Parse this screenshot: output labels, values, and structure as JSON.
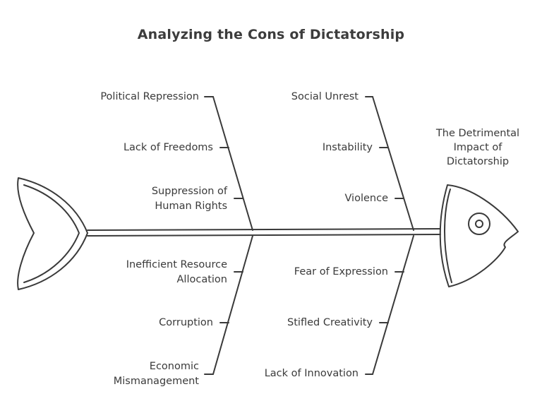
{
  "title": "Analyzing the Cons of Dictatorship",
  "effect": "The Detrimental\nImpact of\nDictatorship",
  "causes": {
    "left_top": [
      "Political Repression",
      "Lack of Freedoms",
      "Suppression of\nHuman Rights"
    ],
    "right_top": [
      "Social Unrest",
      "Instability",
      "Violence"
    ],
    "left_bottom": [
      "Inefficient Resource\nAllocation",
      "Corruption",
      "Economic\nMismanagement"
    ],
    "right_bottom": [
      "Fear of Expression",
      "Stifled Creativity",
      "Lack of Innovation"
    ]
  },
  "colors": {
    "stroke": "#3a3a3a",
    "text": "#3a3a3a",
    "background": "#ffffff"
  }
}
